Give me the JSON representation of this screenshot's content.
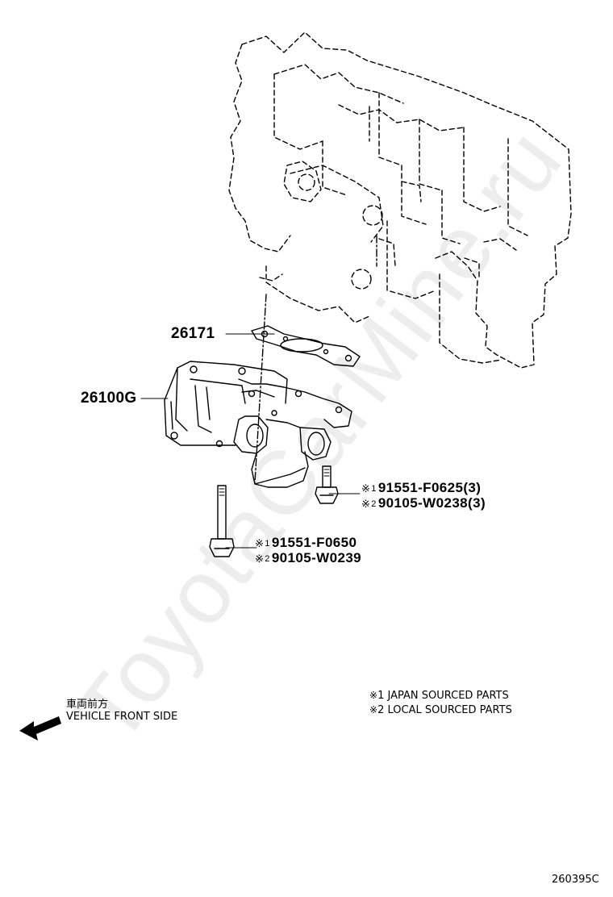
{
  "watermark": "ToyotaCarMine.ru",
  "callouts": {
    "gasket": "26171",
    "valve": "26100G"
  },
  "bolt_short": {
    "line1": {
      "mark": "※",
      "num": "1",
      "part": "91551-F0625(3)"
    },
    "line2": {
      "mark": "※",
      "num": "2",
      "part": "90105-W0238(3)"
    }
  },
  "bolt_long": {
    "line1": {
      "mark": "※",
      "num": "1",
      "part": "91551-F0650"
    },
    "line2": {
      "mark": "※",
      "num": "2",
      "part": "90105-W0239"
    }
  },
  "direction": {
    "japanese": "車両前方",
    "english": "VEHICLE FRONT SIDE"
  },
  "legend": {
    "line1": {
      "mark": "※",
      "num": "1",
      "text": "JAPAN SOURCED PARTS"
    },
    "line2": {
      "mark": "※",
      "num": "2",
      "text": "LOCAL SOURCED PARTS"
    }
  },
  "figure_id": "260395C"
}
